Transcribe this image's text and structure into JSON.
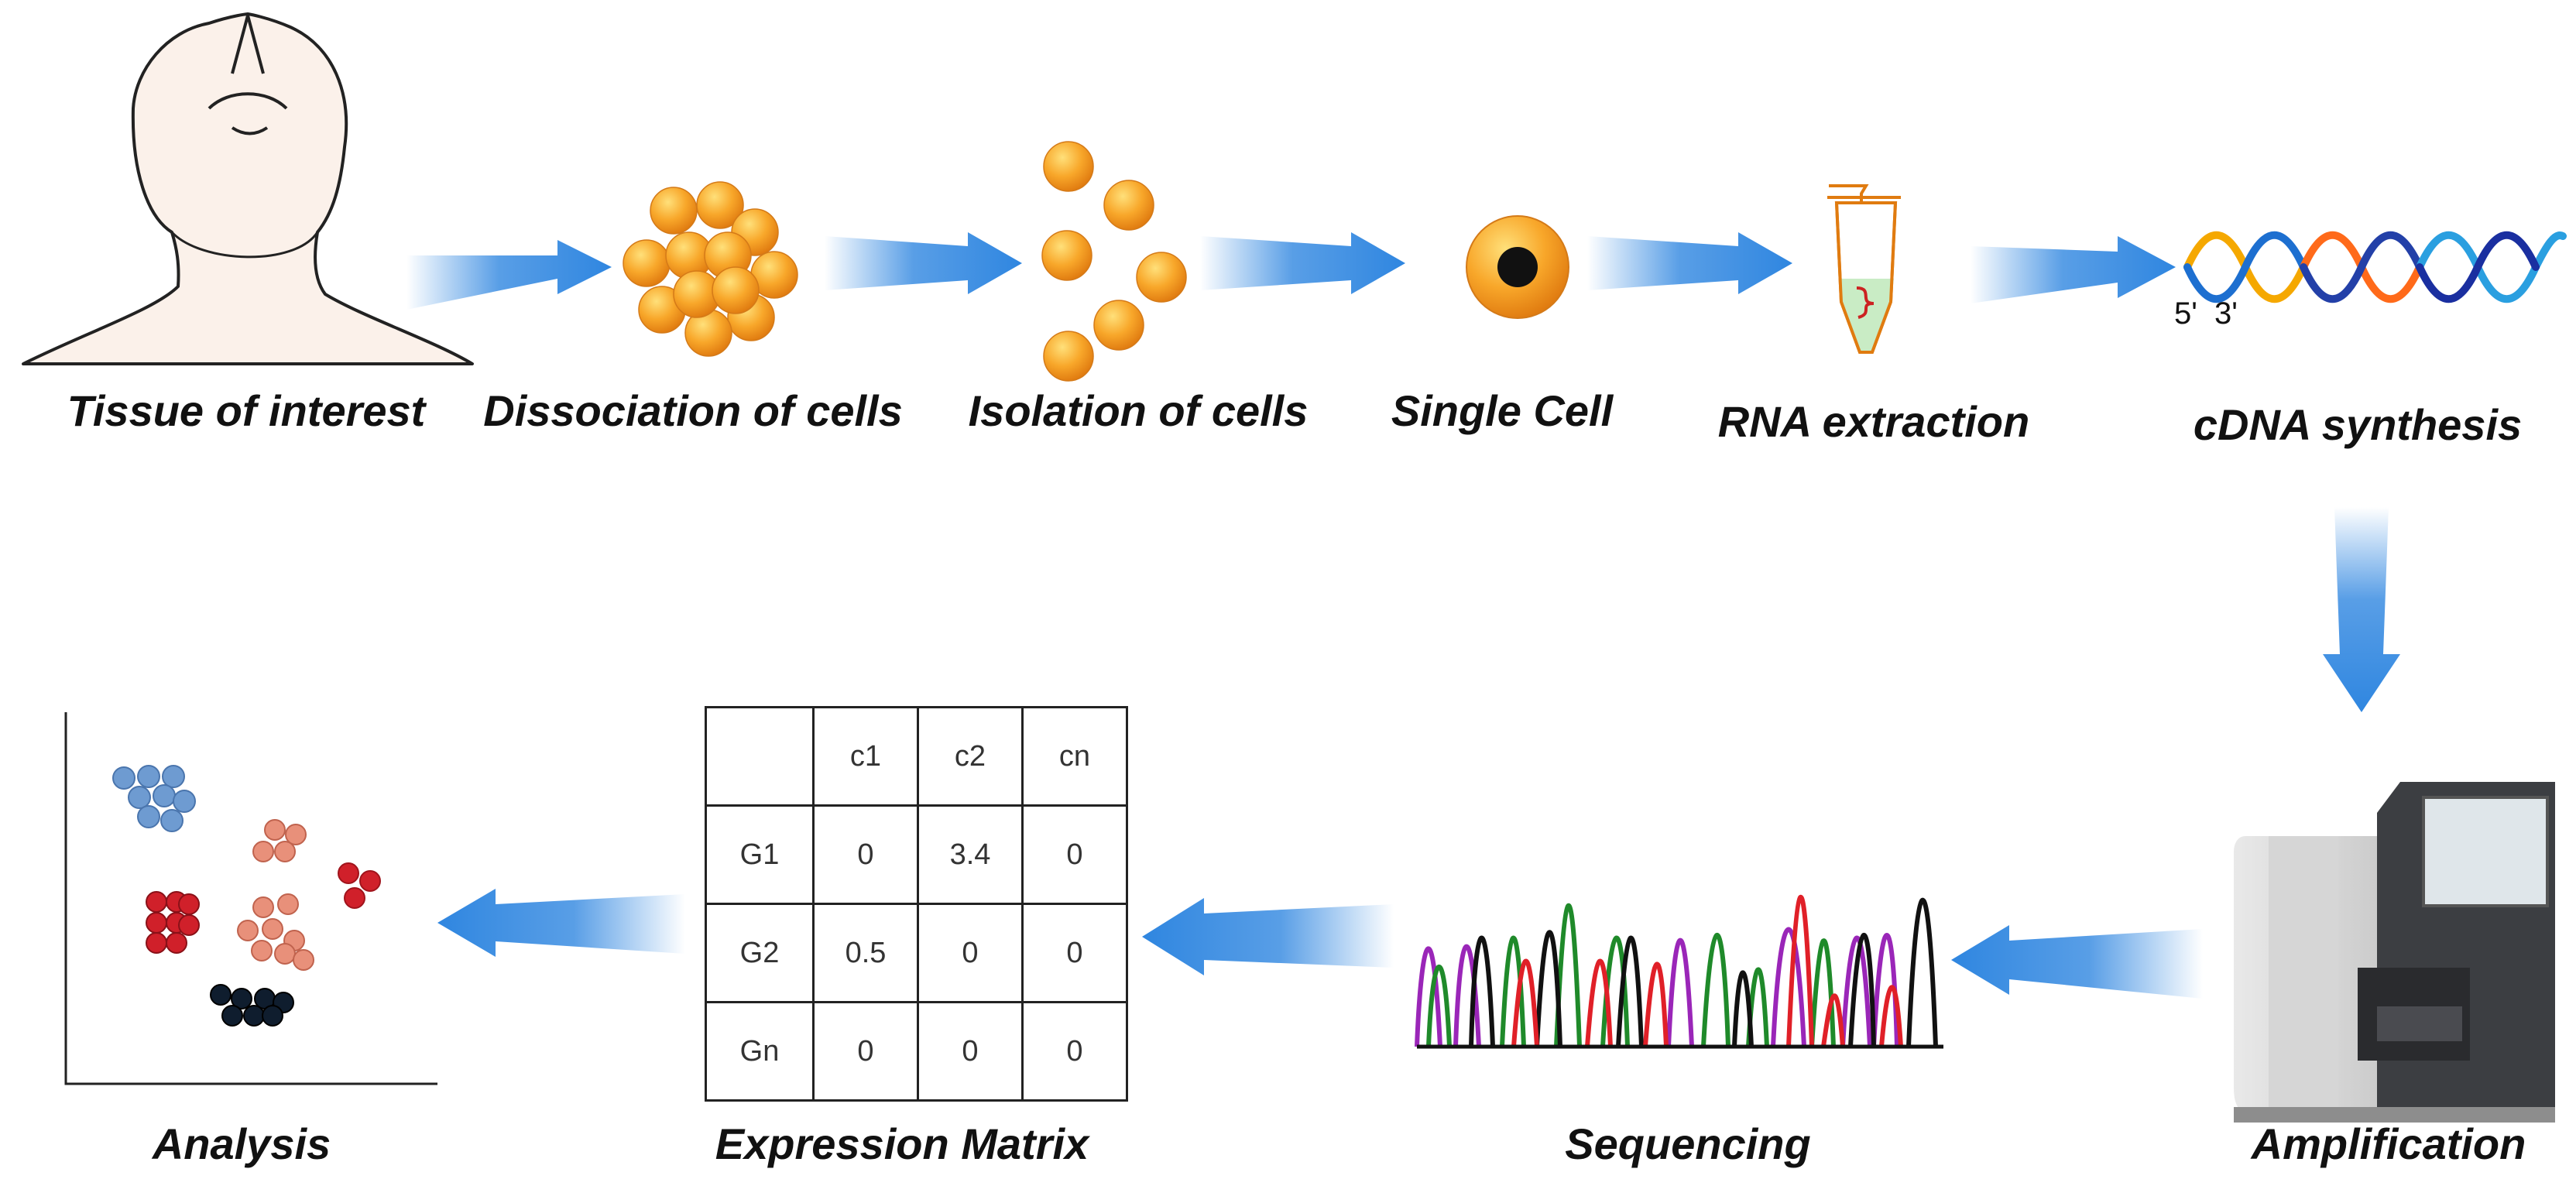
{
  "steps": {
    "tissue": "Tissue of interest",
    "dissociation": "Dissociation of cells",
    "isolation": "Isolation of cells",
    "single_cell": "Single Cell",
    "rna": "RNA extraction",
    "cdna": "cDNA synthesis",
    "amplification": "Amplification",
    "sequencing": "Sequencing",
    "matrix": "Expression Matrix",
    "analysis": "Analysis"
  },
  "cdna_ends": {
    "five": "5'",
    "three": "3'"
  },
  "matrix": {
    "columns": [
      "",
      "c1",
      "c2",
      "cn"
    ],
    "rows": [
      [
        "G1",
        "0",
        "3.4",
        "0"
      ],
      [
        "G2",
        "0.5",
        "0",
        "0"
      ],
      [
        "Gn",
        "0",
        "0",
        "0"
      ]
    ]
  },
  "colors": {
    "arrow": "#2f86e0",
    "cell_orange": "#f59a1c",
    "cluster_blue": "#6e9bd1",
    "cluster_salmon": "#e8907a",
    "cluster_red": "#d0202a",
    "cluster_navy": "#0f1d2e"
  }
}
